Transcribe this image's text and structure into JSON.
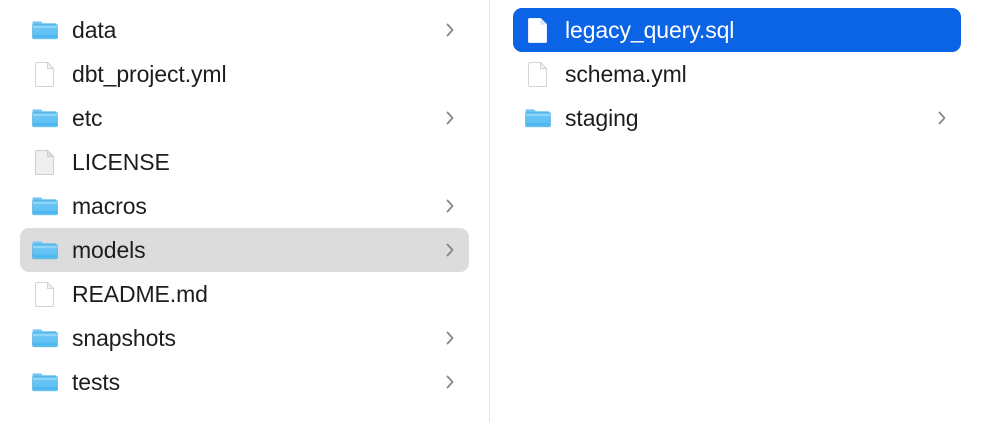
{
  "window": {
    "title": "Finder",
    "view_mode": "column",
    "background_color": "#ffffff",
    "divider_color": "#e3e3e3"
  },
  "colors": {
    "selection_active": "#0b63e5",
    "selection_inactive": "#dcdcdc",
    "text": "#1d1d1f",
    "text_selected": "#ffffff",
    "chevron": "#86868b",
    "folder_blue": "#5fc0f5",
    "folder_blue_dark": "#3aa8e8",
    "document_white": "#ffffff",
    "document_gray": "#eeeeee",
    "document_border": "#d6d6d6"
  },
  "columns": [
    {
      "name": "parent-column",
      "items": [
        {
          "label": "data",
          "kind": "folder",
          "icon": "folder-icon",
          "has_chevron": true,
          "selected": false,
          "selection_style": "none"
        },
        {
          "label": "dbt_project.yml",
          "kind": "file",
          "icon": "document-icon",
          "has_chevron": false,
          "selected": false,
          "selection_style": "none"
        },
        {
          "label": "etc",
          "kind": "folder",
          "icon": "folder-icon",
          "has_chevron": true,
          "selected": false,
          "selection_style": "none"
        },
        {
          "label": "LICENSE",
          "kind": "file",
          "icon": "document-generic-icon",
          "has_chevron": false,
          "selected": false,
          "selection_style": "none"
        },
        {
          "label": "macros",
          "kind": "folder",
          "icon": "folder-icon",
          "has_chevron": true,
          "selected": false,
          "selection_style": "none"
        },
        {
          "label": "models",
          "kind": "folder",
          "icon": "folder-icon",
          "has_chevron": true,
          "selected": true,
          "selection_style": "inactive"
        },
        {
          "label": "README.md",
          "kind": "file",
          "icon": "document-icon",
          "has_chevron": false,
          "selected": false,
          "selection_style": "none"
        },
        {
          "label": "snapshots",
          "kind": "folder",
          "icon": "folder-icon",
          "has_chevron": true,
          "selected": false,
          "selection_style": "none"
        },
        {
          "label": "tests",
          "kind": "folder",
          "icon": "folder-icon",
          "has_chevron": true,
          "selected": false,
          "selection_style": "none"
        }
      ]
    },
    {
      "name": "child-column",
      "items": [
        {
          "label": "legacy_query.sql",
          "kind": "file",
          "icon": "document-icon",
          "has_chevron": false,
          "selected": true,
          "selection_style": "active"
        },
        {
          "label": "schema.yml",
          "kind": "file",
          "icon": "document-icon",
          "has_chevron": false,
          "selected": false,
          "selection_style": "none"
        },
        {
          "label": "staging",
          "kind": "folder",
          "icon": "folder-icon",
          "has_chevron": true,
          "selected": false,
          "selection_style": "none"
        }
      ]
    }
  ]
}
